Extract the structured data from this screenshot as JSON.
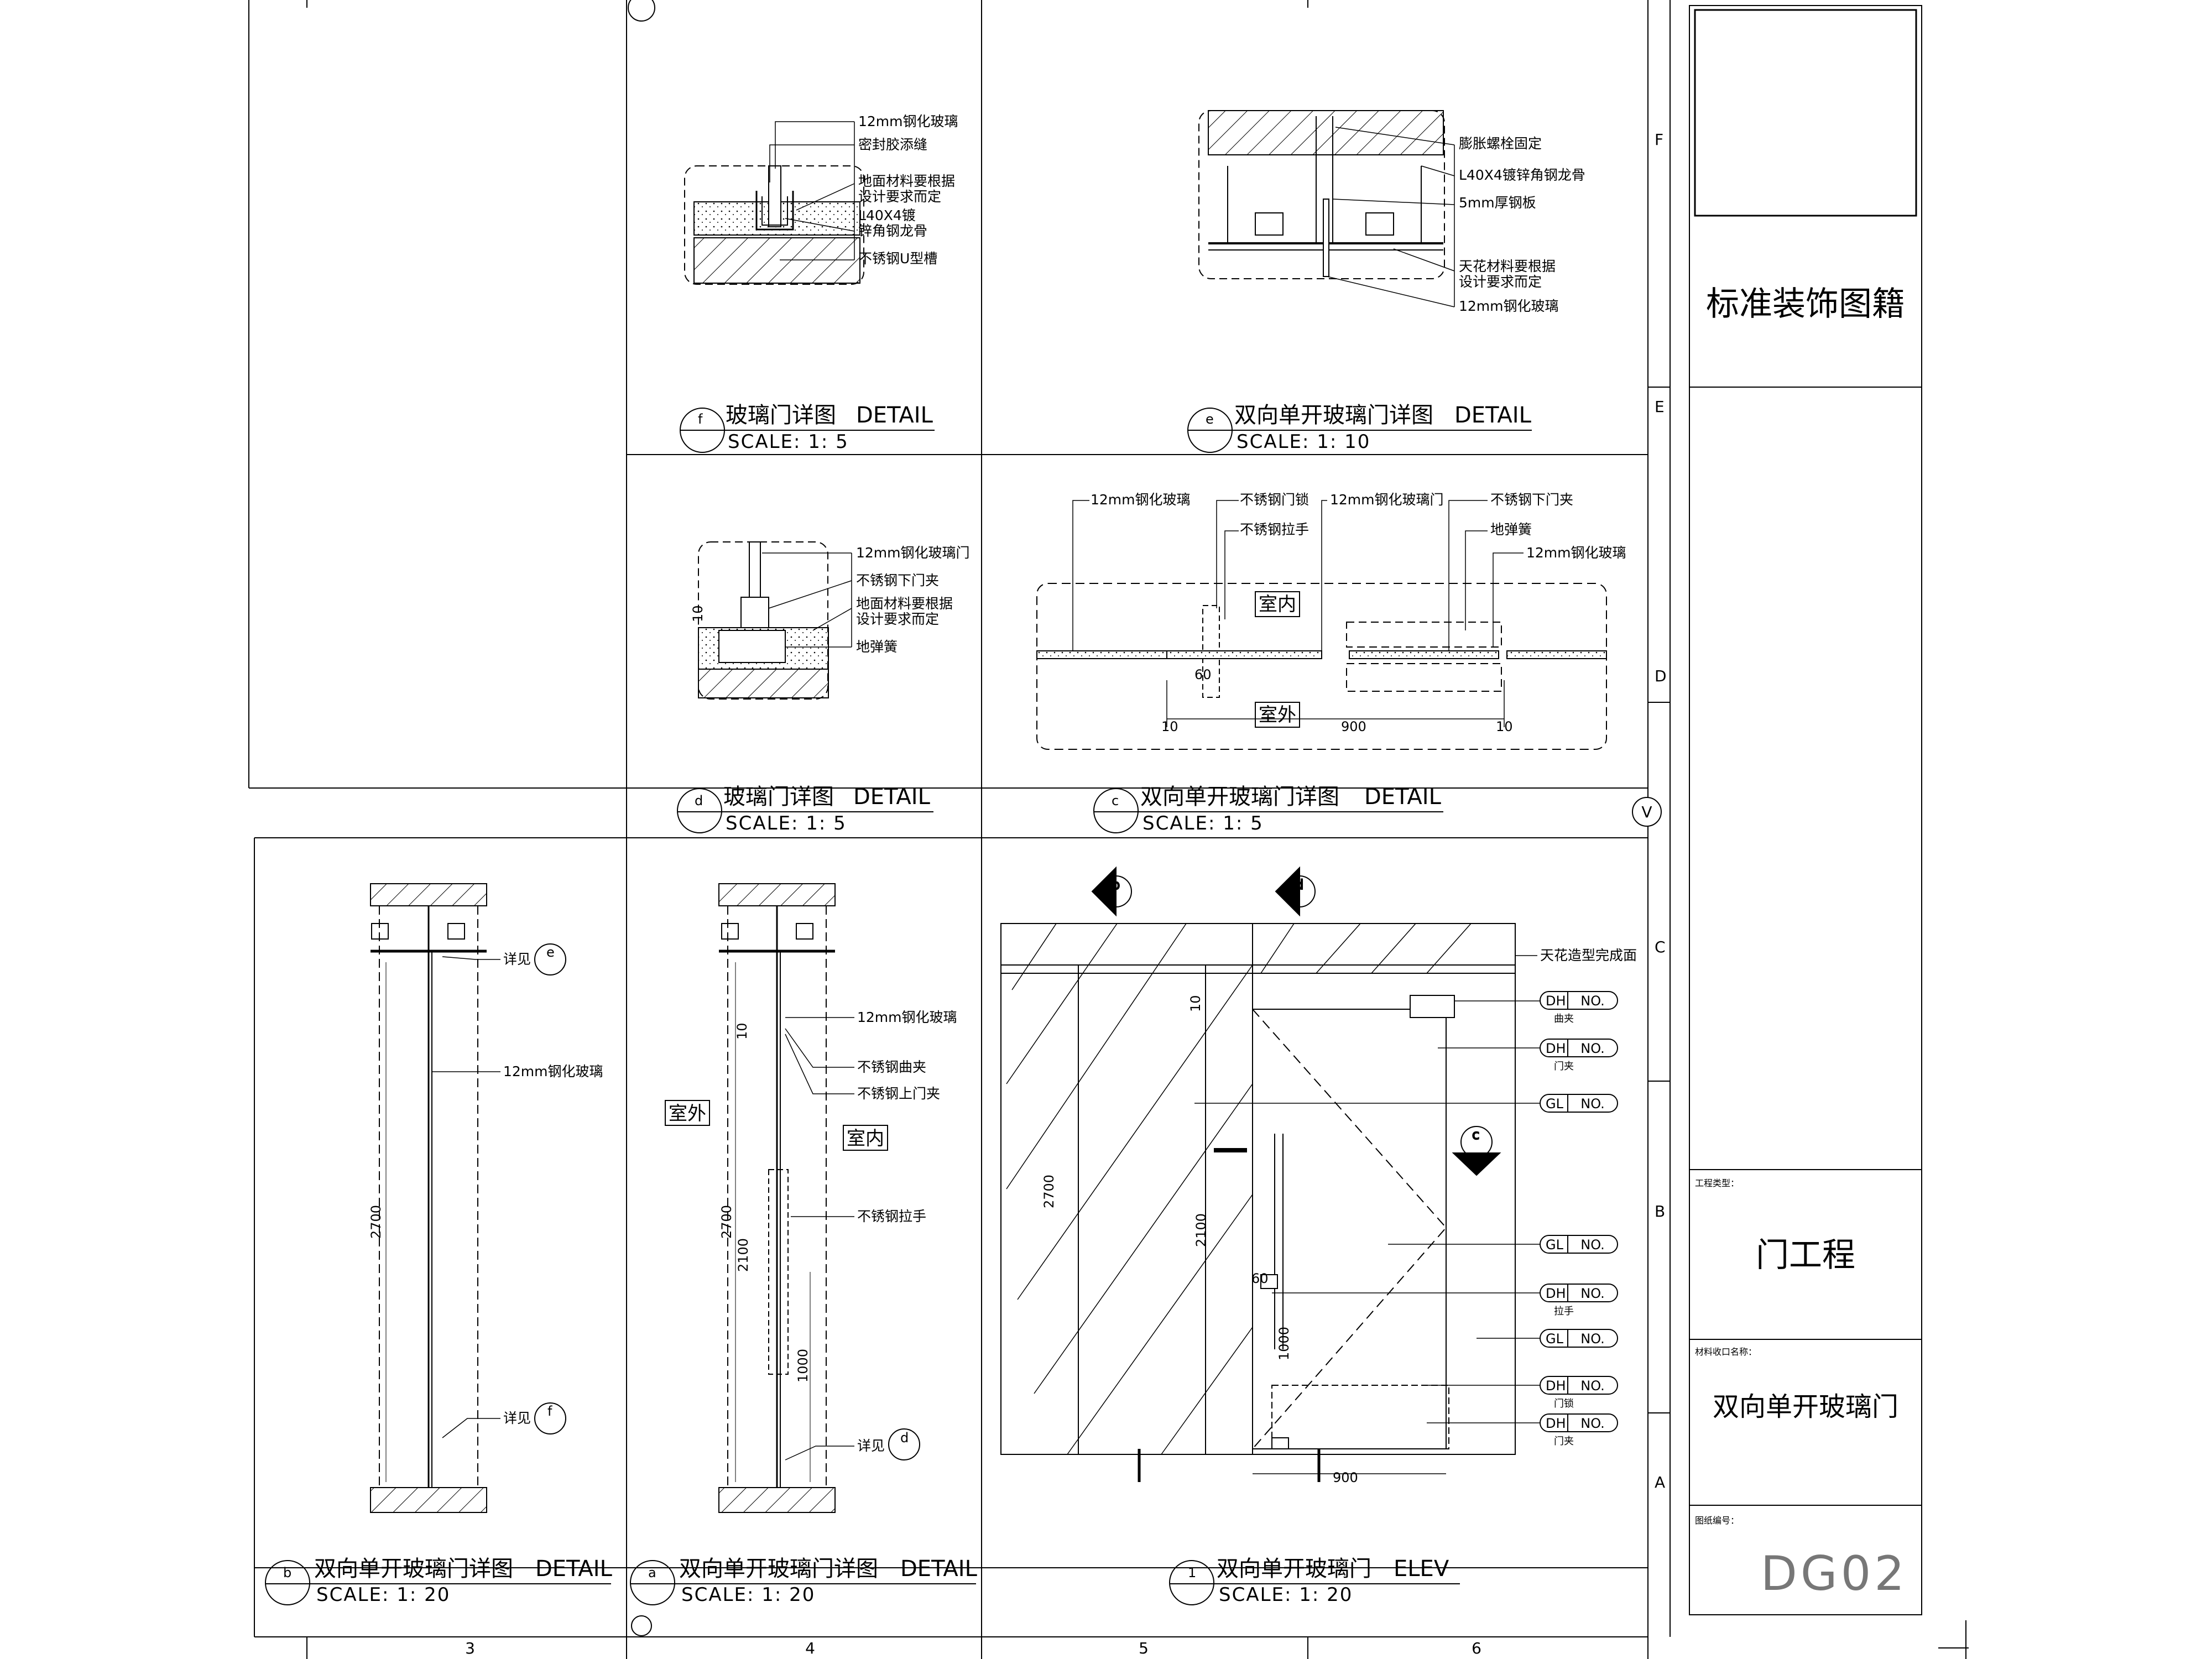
{
  "title_block": {
    "system_name": "标准装饰图籍",
    "project_type_label": "工程类型：",
    "project_type": "门工程",
    "component_label": "材料收口名称：",
    "component_name": "双向单开玻璃门",
    "drawing_no_label": "图纸编号：",
    "drawing_no": "DG02"
  },
  "grid_labels": {
    "columns": [
      "3",
      "4",
      "5",
      "6"
    ],
    "rows": [
      "F",
      "E",
      "D",
      "C",
      "B",
      "A"
    ]
  },
  "views": [
    {
      "id": "f",
      "title": "玻璃门详图",
      "type": "DETAIL",
      "scale": "SCALE: 1: 5",
      "notes": [
        "12mm钢化玻璃",
        "密封胶添缝",
        "地面材料要根据",
        "设计要求而定",
        "L40X4镀",
        "锌角钢龙骨",
        "不锈钢U型槽"
      ]
    },
    {
      "id": "e",
      "title": "双向单开玻璃门详图",
      "type": "DETAIL",
      "scale": "SCALE: 1: 10",
      "notes": [
        "膨胀螺栓固定",
        "L40X4镀锌角钢龙骨",
        "5mm厚钢板",
        "天花材料要根据",
        "设计要求而定",
        "12mm钢化玻璃"
      ]
    },
    {
      "id": "d",
      "title": "玻璃门详图",
      "type": "DETAIL",
      "scale": "SCALE: 1: 5",
      "notes": [
        "12mm钢化玻璃门",
        "不锈钢下门夹",
        "地面材料要根据",
        "设计要求而定",
        "地弹簧"
      ],
      "dims": [
        "10"
      ]
    },
    {
      "id": "c",
      "title": "双向单开玻璃门详图",
      "type": "DETAIL",
      "scale": "SCALE: 1: 5",
      "notes": [
        "12mm钢化玻璃",
        "不锈钢门锁",
        "不锈钢拉手",
        "12mm钢化玻璃门",
        "不锈钢下门夹",
        "地弹簧",
        "12mm钢化玻璃"
      ],
      "labels": [
        "室内",
        "室外"
      ],
      "dims": [
        "60",
        "10",
        "900",
        "10"
      ]
    },
    {
      "id": "b",
      "title": "双向单开玻璃门详图",
      "type": "DETAIL",
      "scale": "SCALE: 1: 20",
      "notes": [
        "详见",
        "12mm钢化玻璃",
        "详见"
      ],
      "refs": [
        "e",
        "f"
      ],
      "dims": [
        "2700"
      ]
    },
    {
      "id": "a",
      "title": "双向单开玻璃门详图",
      "type": "DETAIL",
      "scale": "SCALE: 1: 20",
      "notes": [
        "12mm钢化玻璃",
        "不锈钢曲夹",
        "不锈钢上门夹",
        "不锈钢拉手",
        "详见"
      ],
      "refs": [
        "d"
      ],
      "labels": [
        "室外",
        "室内"
      ],
      "dims": [
        "10",
        "2700",
        "2100",
        "1000"
      ]
    },
    {
      "id": "1",
      "title": "双向单开玻璃门",
      "type": "ELEV",
      "scale": "SCALE: 1: 20",
      "ceiling_note": "天花造型完成面",
      "section_marks": [
        "b",
        "d",
        "c"
      ],
      "tags": [
        {
          "code": "DH",
          "no": "NO.",
          "caption": "曲夹"
        },
        {
          "code": "DH",
          "no": "NO.",
          "caption": "门夹"
        },
        {
          "code": "GL",
          "no": "NO.",
          "caption": ""
        },
        {
          "code": "GL",
          "no": "NO.",
          "caption": ""
        },
        {
          "code": "DH",
          "no": "NO.",
          "caption": "拉手"
        },
        {
          "code": "GL",
          "no": "NO.",
          "caption": ""
        },
        {
          "code": "DH",
          "no": "NO.",
          "caption": "门锁"
        },
        {
          "code": "DH",
          "no": "NO.",
          "caption": "门夹"
        }
      ],
      "dims": [
        "10",
        "2700",
        "2100",
        "60",
        "1000",
        "900"
      ]
    }
  ],
  "grid_marker": "V"
}
